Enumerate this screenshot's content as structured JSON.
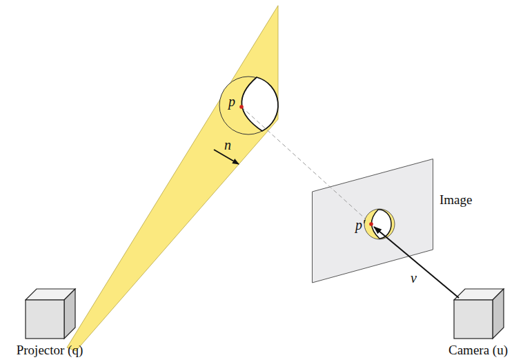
{
  "diagram": {
    "nodes": [
      {
        "text": [
          "Projector (q)"
        ]
      },
      {
        "text": [
          "Image"
        ]
      },
      {
        "text": [
          "Camera (u)"
        ]
      }
    ],
    "labels": [
      "p",
      "n",
      "p′",
      "v"
    ]
  }
}
